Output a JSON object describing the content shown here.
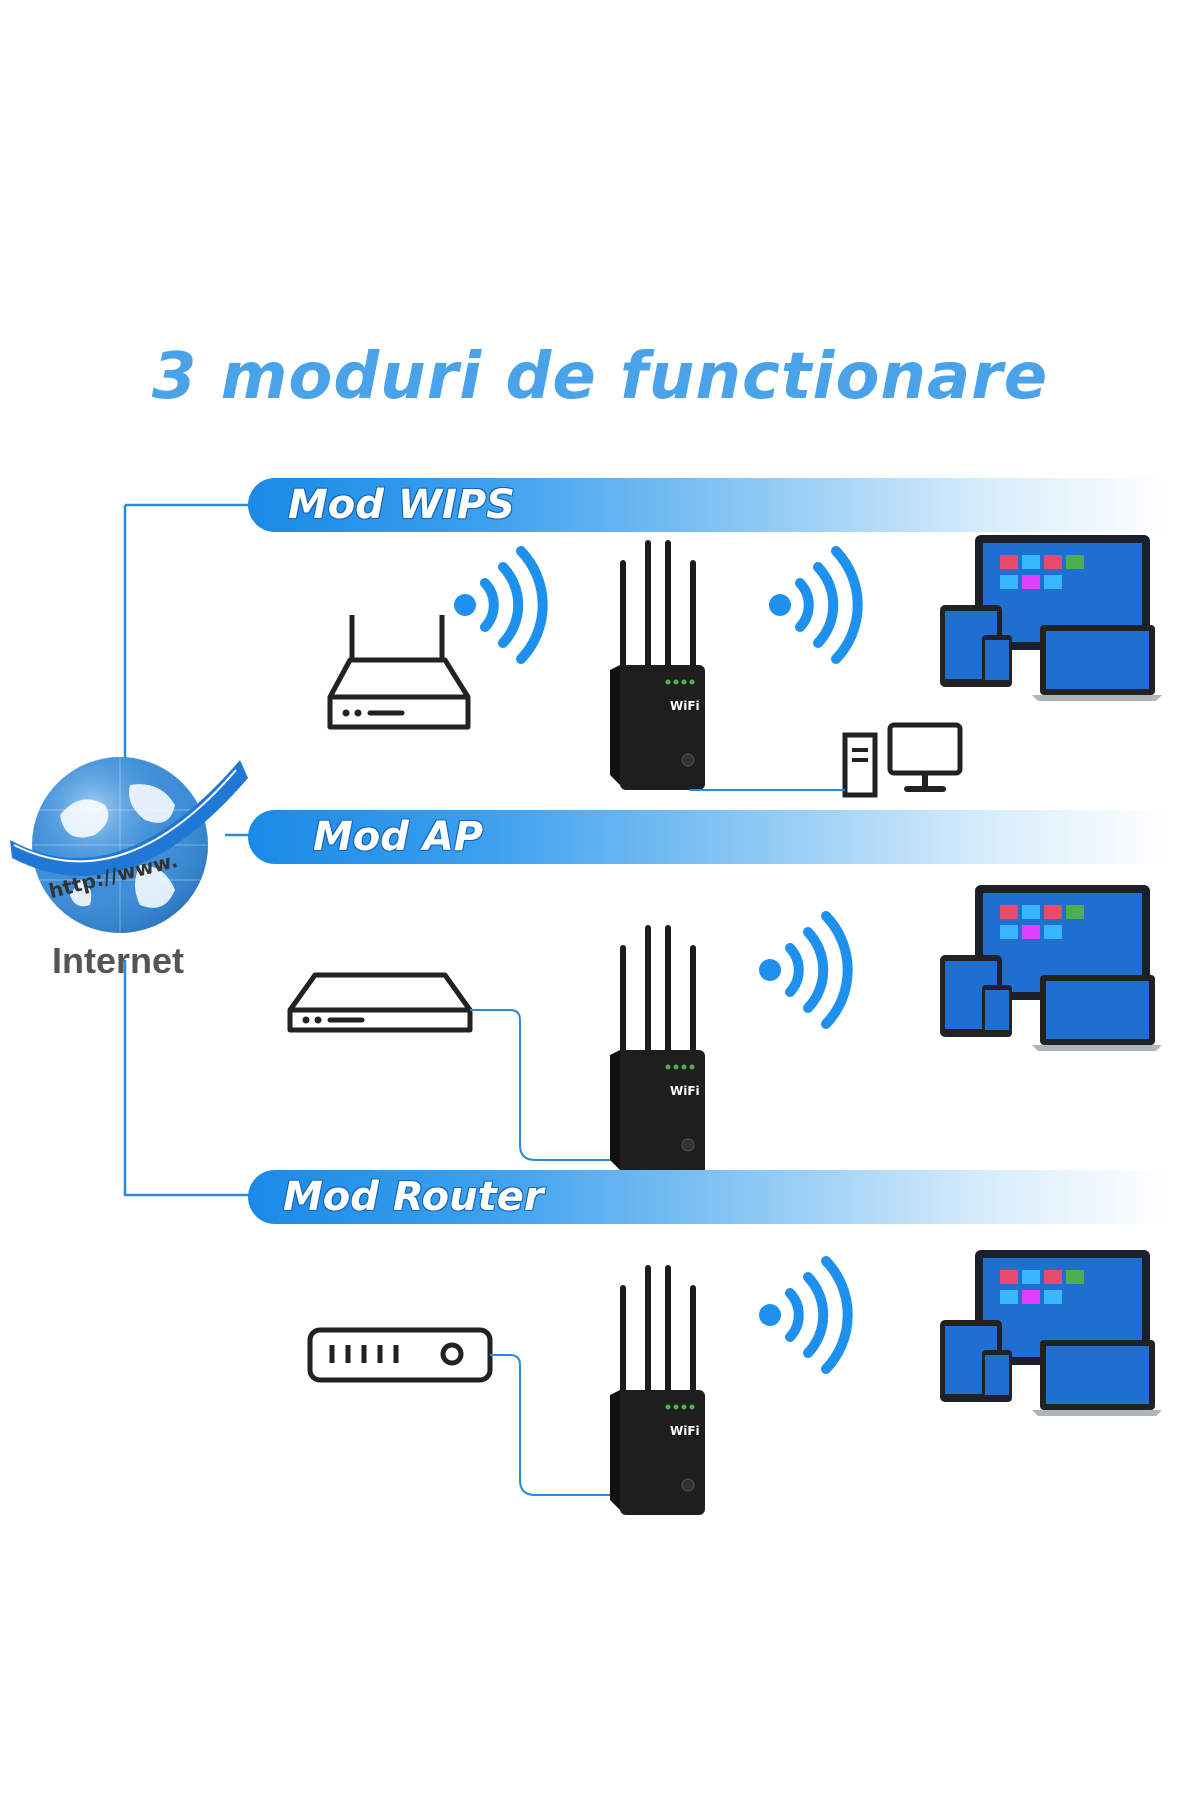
{
  "title": "3 moduri de functionare",
  "internet": {
    "label": "Internet",
    "globe_text": "http://www."
  },
  "modes": [
    {
      "label": "Mod WIPS"
    },
    {
      "label": "Mod AP"
    },
    {
      "label": "Mod Router"
    }
  ],
  "repeater_brand": "WiFi",
  "colors": {
    "title": "#4aa3e8",
    "banner_start": "#1a8ae6",
    "line": "#2a8ad8",
    "wifi_signal": "#1e90ee",
    "device": "#222222"
  },
  "icons": [
    "globe-icon",
    "router-icon",
    "modem-icon",
    "switch-icon",
    "wifi-signal-icon",
    "wifi-repeater-icon",
    "desktop-computer-icon",
    "devices-icon"
  ]
}
